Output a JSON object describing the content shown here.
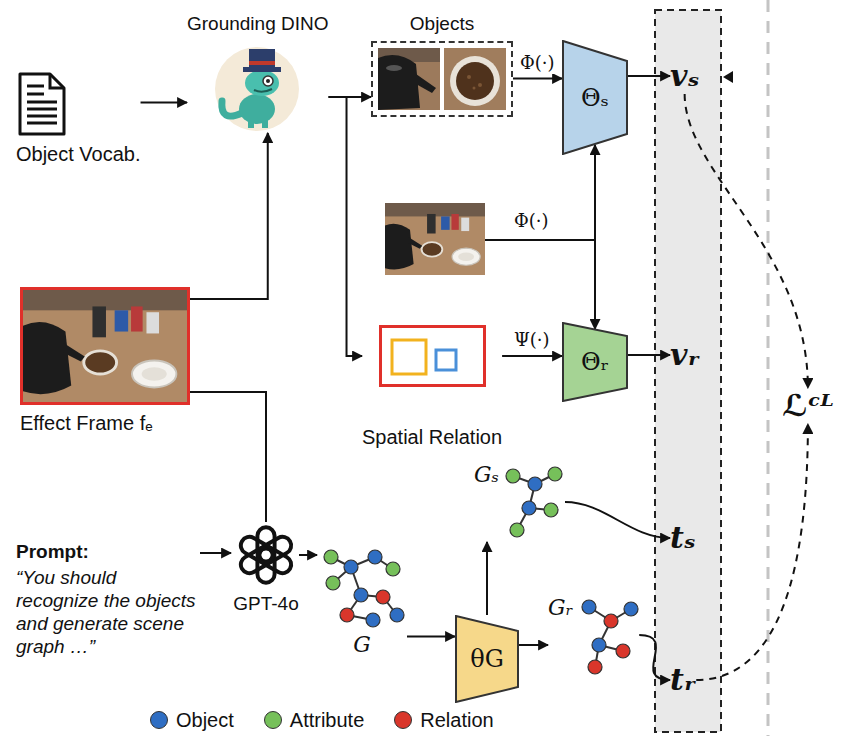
{
  "diagram": {
    "nodes": [
      {
        "text": [
          "Object Vocab."
        ]
      },
      {
        "text": [
          "Grounding DINO"
        ]
      },
      {
        "text": [
          "Objects"
        ]
      },
      {
        "text": [
          "Θₛ"
        ]
      },
      {
        "text": [
          "vₛ"
        ]
      },
      {
        "text": [
          "Effect Frame fₑ"
        ]
      },
      {
        "text": [
          "Θᵣ"
        ]
      },
      {
        "text": [
          "vᵣ"
        ]
      },
      {
        "text": [
          "Spatial Relation"
        ]
      },
      {
        "text": [
          "GPT-4o"
        ]
      },
      {
        "text": [
          "G"
        ]
      },
      {
        "text": [
          "θG"
        ]
      },
      {
        "text": [
          "Gₛ"
        ]
      },
      {
        "text": [
          "tₛ"
        ]
      },
      {
        "text": [
          "Gᵣ"
        ]
      },
      {
        "text": [
          "tᵣ"
        ]
      },
      {
        "text": [
          "ℒᶜᴸ"
        ]
      }
    ],
    "edges": [
      {
        "from": 0,
        "to": 1,
        "arrow": "to"
      },
      {
        "from": 1,
        "to": 2,
        "arrow": "to"
      },
      {
        "from": 1,
        "to": 8,
        "arrow": "to"
      },
      {
        "from": 2,
        "to": 3,
        "label": "Φ(·)",
        "arrow": "to"
      },
      {
        "from": 5,
        "to": 1,
        "arrow": "to"
      },
      {
        "from": 5,
        "to": 9,
        "arrow": "none"
      },
      {
        "from": 3,
        "to": 4,
        "arrow": "to"
      },
      {
        "from": 8,
        "to": 6,
        "label": "Ψ(·)",
        "arrow": "to"
      },
      {
        "from": 6,
        "to": 7,
        "arrow": "to"
      },
      {
        "from": 9,
        "to": 10,
        "arrow": "to"
      },
      {
        "from": 10,
        "to": 11,
        "arrow": "to"
      },
      {
        "from": 11,
        "to": 12,
        "arrow": "to"
      },
      {
        "from": 11,
        "to": 14,
        "arrow": "to"
      },
      {
        "from": 12,
        "to": 13,
        "arrow": "to"
      },
      {
        "from": 14,
        "to": 15,
        "arrow": "to"
      },
      {
        "from": 4,
        "to": 16,
        "arrow": "to"
      },
      {
        "from": 15,
        "to": 16,
        "arrow": "to"
      }
    ],
    "labels": [
      "Φ(·)",
      "Prompt:",
      "“You should recognize the objects and generate scene graph …”"
    ],
    "legend": [
      {
        "text": "Object",
        "color": "#2f6ec3"
      },
      {
        "text": "Attribute",
        "color": "#76c05a"
      },
      {
        "text": "Relation",
        "color": "#d9362b"
      }
    ]
  }
}
